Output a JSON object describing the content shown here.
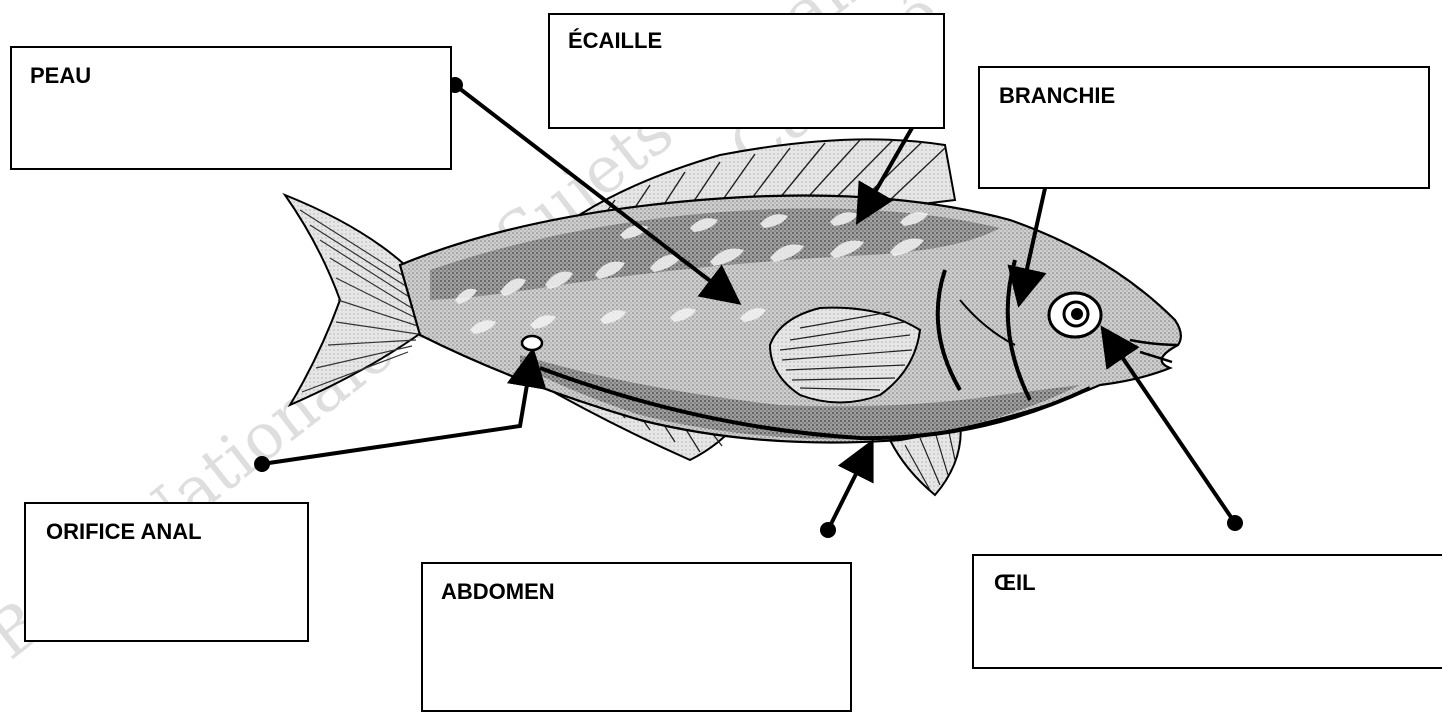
{
  "labels": {
    "peau": "PEAU",
    "ecaille": "ÉCAILLE",
    "branchie": "BRANCHIE",
    "orifice_anal": "ORIFICE ANAL",
    "abdomen": "ABDOMEN",
    "oeil": "ŒIL"
  },
  "watermarks": {
    "line1": "Base Nationale des Sujets d'Examens",
    "line2": "Réseau Canopé"
  },
  "colors": {
    "ink": "#000000",
    "body_shade": "#9a9a9a",
    "fin_fill": "#e8e8e8"
  }
}
